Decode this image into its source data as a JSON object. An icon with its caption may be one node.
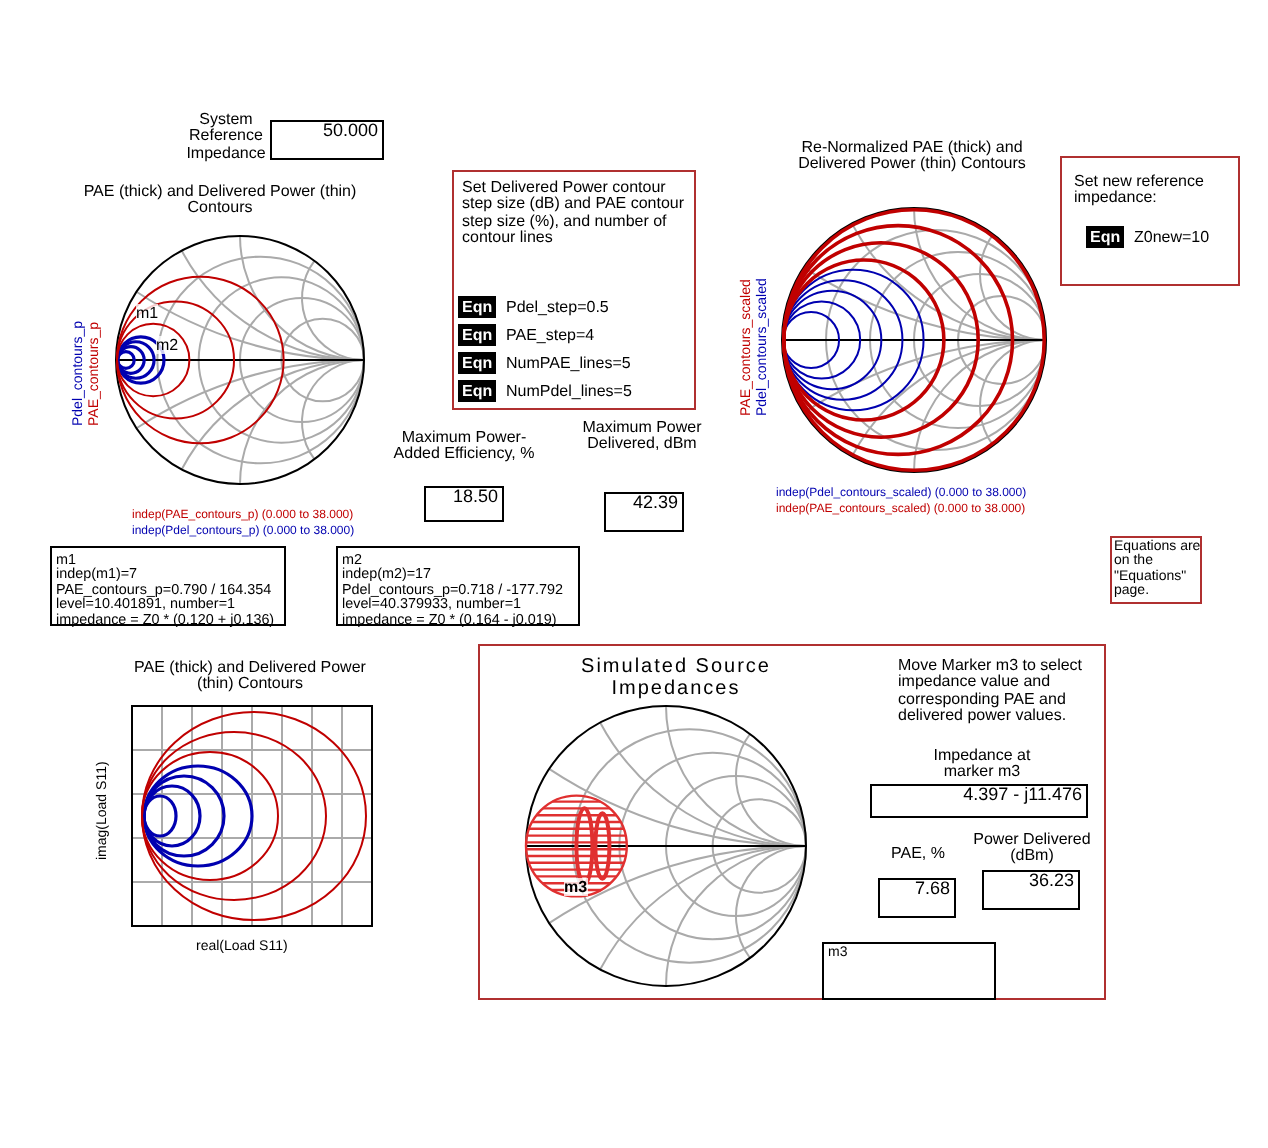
{
  "diagram": {
    "nodes": [
      {
        "text": [
          "50.000"
        ],
        "beside": [
          "System Reference Impedance"
        ]
      },
      {
        "text": [
          "PAE (thick) and Delivered Power (thin) Contours",
          "Pdel_contours_p",
          "PAE_contours_p",
          "m1",
          "m2",
          "indep(PAE_contours_p) (0.000 to 38.000)",
          "indep(Pdel_contours_p) (0.000 to 38.000)"
        ]
      },
      {
        "text": [
          "Set Delivered Power contour step size (dB) and PAE contour step size (%), and number of contour lines"
        ]
      },
      {
        "text": [
          "Eqn",
          "Pdel_step=0.5"
        ],
        "in": 2
      },
      {
        "text": [
          "Eqn",
          "PAE_step=4"
        ],
        "in": 2
      },
      {
        "text": [
          "Eqn",
          "NumPAE_lines=5"
        ],
        "in": 2
      },
      {
        "text": [
          "Eqn",
          "NumPdel_lines=5"
        ],
        "in": 2
      },
      {
        "text": [
          "18.50"
        ],
        "beside": [
          "Maximum Power-Added Efficiency, %"
        ]
      },
      {
        "text": [
          "42.39"
        ],
        "beside": [
          "Maximum Power Delivered, dBm"
        ]
      },
      {
        "text": [
          "Re-Normalized PAE (thick) and Delivered Power (thin) Contours",
          "PAE_contours_scaled",
          "Pdel_contours_scaled",
          "indep(Pdel_contours_scaled) (0.000 to 38.000)",
          "indep(PAE_contours_scaled) (0.000 to 38.000)"
        ]
      },
      {
        "text": [
          "Set new reference impedance:"
        ]
      },
      {
        "text": [
          "Eqn",
          "Z0new=10"
        ],
        "in": 10
      },
      {
        "text": [
          "Equations are on the \"Equations\" page."
        ]
      },
      {
        "text": [
          "m1",
          "indep(m1)=7",
          "PAE_contours_p=0.790 / 164.354",
          "level=10.401891, number=1",
          "impedance = Z0 * (0.120 + j0.136)"
        ]
      },
      {
        "text": [
          "m2",
          "indep(m2)=17",
          "Pdel_contours_p=0.718 / -177.792",
          "level=40.379933, number=1",
          "impedance = Z0 * (0.164 - j0.019)"
        ]
      },
      {
        "text": [
          "PAE (thick) and Delivered Power (thin) Contours",
          "imag(Load S11)",
          "real(Load S11)"
        ]
      },
      {
        "text": [],
        "shape": "box"
      },
      {
        "text": [
          "Simulated Source Impedances",
          "m3"
        ],
        "in": 16
      },
      {
        "text": [
          "4.397 - j11.476"
        ],
        "beside": [
          "Impedance at marker m3"
        ],
        "in": 16
      },
      {
        "text": [
          "7.68"
        ],
        "beside": [
          "PAE, %"
        ],
        "in": 16
      },
      {
        "text": [
          "36.23"
        ],
        "beside": [
          "Power Delivered (dBm)"
        ],
        "in": 16
      },
      {
        "text": [
          "m3"
        ],
        "in": 16
      }
    ],
    "labels": [
      "Move Marker m3 to select impedance value and corresponding PAE and delivered power values."
    ]
  }
}
